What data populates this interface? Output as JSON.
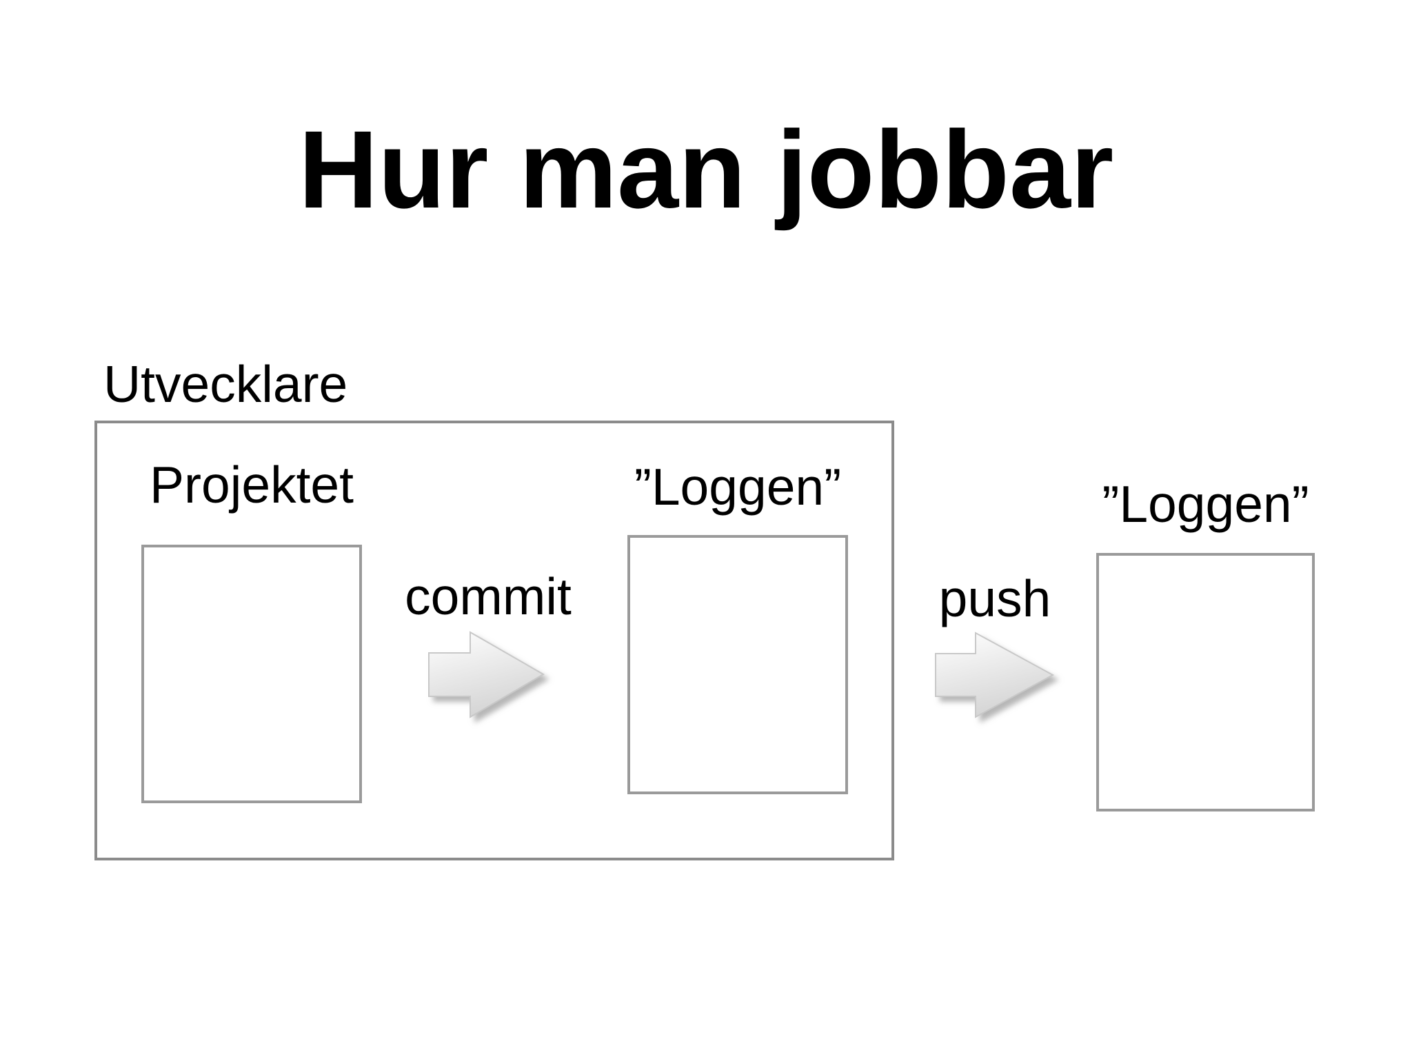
{
  "slide": {
    "title": "Hur man jobbar",
    "developer_group": {
      "label": "Utvecklare"
    },
    "project_box": {
      "label": "Projektet"
    },
    "local_log_box": {
      "label": "”Loggen”"
    },
    "remote_log_box": {
      "label": "”Loggen”"
    },
    "commit_arrow": {
      "label": "commit"
    },
    "push_arrow": {
      "label": "push"
    },
    "colors": {
      "background": "#ffffff",
      "text": "#000000",
      "outer_border": "#8b8b8b",
      "box_border": "#9a9a9a",
      "arrow_fill_light": "#ffffff",
      "arrow_fill_dark": "#d5d5d5",
      "arrow_outline": "#c8c8c8",
      "arrow_shadow": "#8f8f8f"
    }
  }
}
